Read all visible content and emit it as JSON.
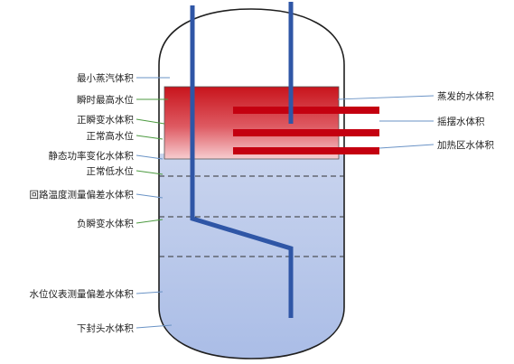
{
  "labels_left": [
    "最小蒸汽体积",
    "瞬时最高水位",
    "正瞬变水体积",
    "正常高水位",
    "静态功率变化水体积",
    "正常低水位",
    "回路温度测量偏差水体积",
    "负瞬变水体积",
    "水位仪表测量偏差水体积",
    "下封头水体积"
  ],
  "labels_right": [
    "蒸发的水体积",
    "摇摆水体积",
    "加热区水体积"
  ],
  "colors": {
    "vessel_outline": "#1f1f1f",
    "water_top": "#c9d4ee",
    "water_bottom": "#a9bce6",
    "steam_band_top": "#c8141c",
    "steam_band_bottom": "#f4c2c6",
    "heater": "#c40010",
    "pipe": "#2f56a6",
    "leader_green": "#4c9a40",
    "leader_blue": "#6a93c6",
    "dashed": "#333333"
  }
}
